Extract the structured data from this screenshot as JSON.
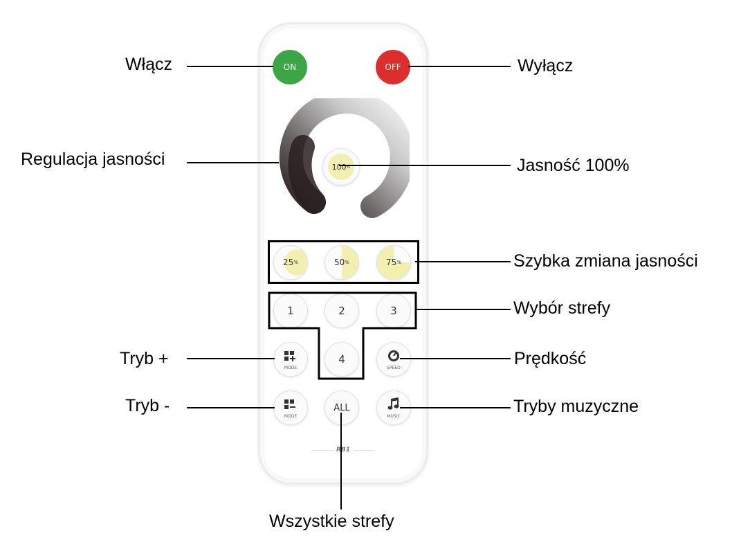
{
  "labels": {
    "on": "Włącz",
    "off": "Wyłącz",
    "brightness_control": "Regulacja jasności",
    "brightness_100": "Jasność 100%",
    "quick_brightness": "Szybka zmiana jasności",
    "zone_select": "Wybór strefy",
    "mode_plus": "Tryb +",
    "speed": "Prędkość",
    "mode_minus": "Tryb -",
    "music_modes": "Tryby muzyczne",
    "all_zones": "Wszystkie strefy"
  },
  "remote": {
    "on_btn": "ON",
    "off_btn": "OFF",
    "center_btn": "100",
    "center_unit": "%",
    "quick": [
      {
        "value": "25",
        "unit": "%"
      },
      {
        "value": "50",
        "unit": "%"
      },
      {
        "value": "75",
        "unit": "%"
      }
    ],
    "zones": [
      "1",
      "2",
      "3",
      "4"
    ],
    "mode_plus_sub": "MODE",
    "speed_sub": "SPEED",
    "mode_minus_sub": "MODE",
    "all_btn": "ALL",
    "music_sub": "MUSIC",
    "brand": "RB1"
  },
  "colors": {
    "on": "#3ca545",
    "off": "#dd2e2e",
    "warm": "#f3efb0"
  }
}
